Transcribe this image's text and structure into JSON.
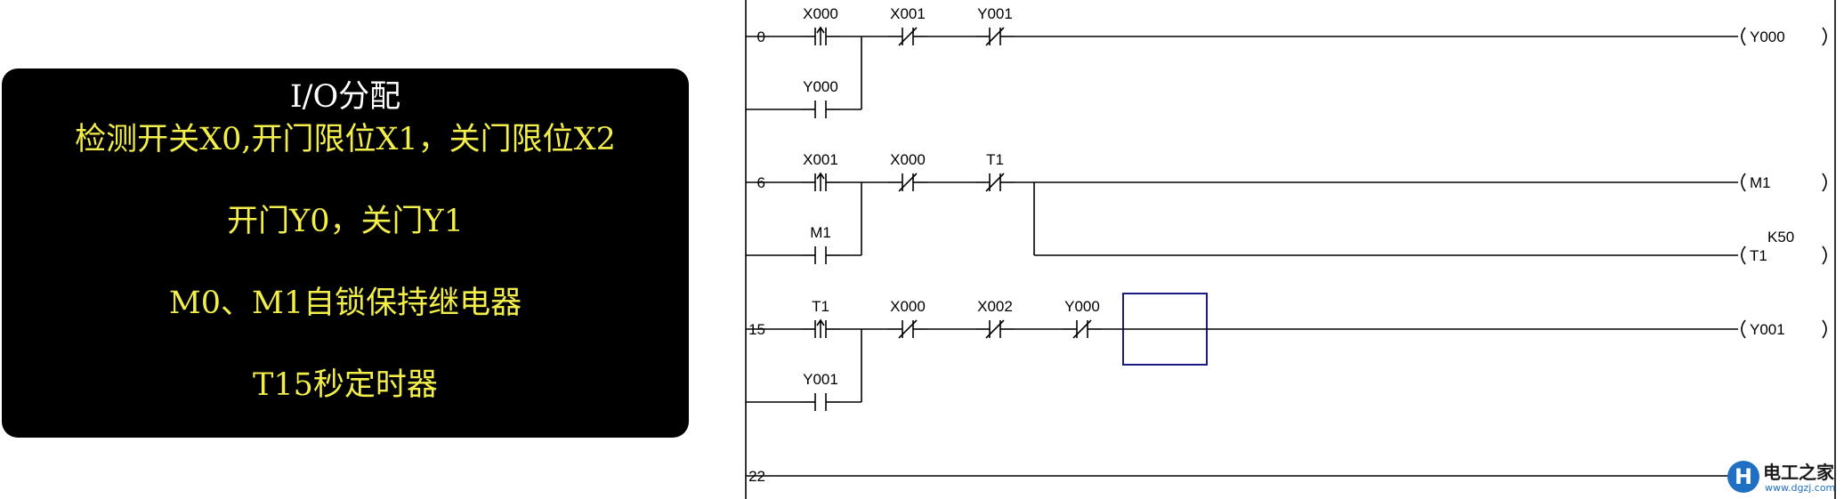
{
  "io_panel": {
    "title": "I/O分配",
    "lines": [
      "检测开关X0,开门限位X1，关门限位X2",
      "开门Y0，关门Y1",
      "M0、M1自锁保持继电器",
      "T15秒定时器"
    ]
  },
  "ladder": {
    "rungs": [
      {
        "step": "0",
        "contacts": [
          {
            "label": "X000",
            "type": "rising-edge"
          },
          {
            "label": "X001",
            "type": "normally-closed"
          },
          {
            "label": "Y001",
            "type": "normally-closed"
          }
        ],
        "branch": {
          "label": "Y000",
          "type": "normally-open"
        },
        "coils": [
          {
            "label": "Y000",
            "setting": ""
          }
        ]
      },
      {
        "step": "6",
        "contacts": [
          {
            "label": "X001",
            "type": "rising-edge"
          },
          {
            "label": "X000",
            "type": "normally-closed"
          },
          {
            "label": "T1",
            "type": "normally-closed"
          }
        ],
        "branch": {
          "label": "M1",
          "type": "normally-open"
        },
        "coils": [
          {
            "label": "M1",
            "setting": ""
          },
          {
            "label": "T1",
            "setting": "K50"
          }
        ]
      },
      {
        "step": "15",
        "contacts": [
          {
            "label": "T1",
            "type": "rising-edge"
          },
          {
            "label": "X000",
            "type": "normally-closed"
          },
          {
            "label": "X002",
            "type": "normally-closed"
          },
          {
            "label": "Y000",
            "type": "normally-closed"
          }
        ],
        "branch": {
          "label": "Y001",
          "type": "normally-open"
        },
        "coils": [
          {
            "label": "Y001",
            "setting": ""
          }
        ],
        "cursor": true
      },
      {
        "step": "22",
        "contacts": [],
        "coils": []
      }
    ]
  },
  "watermark": {
    "name": "电工之家",
    "url": "www.dgzj.com",
    "badge": "H",
    "color": "#1f6fc3"
  },
  "colors": {
    "panel_bg": "#000000",
    "panel_title": "#ffffff",
    "panel_text": "#f2ee4a",
    "cursor": "#1a1a8c"
  }
}
